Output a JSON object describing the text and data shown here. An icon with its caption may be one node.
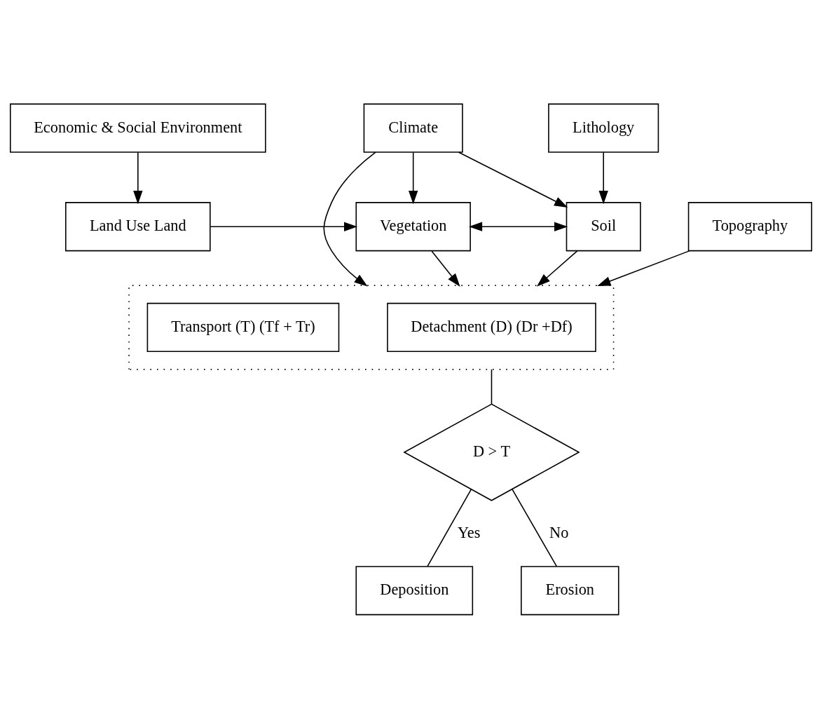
{
  "diagram": {
    "nodes": [
      {
        "text": [
          "Economic & Social Environment"
        ]
      },
      {
        "text": [
          "Climate"
        ]
      },
      {
        "text": [
          "Lithology"
        ]
      },
      {
        "text": [
          "Land Use Land"
        ]
      },
      {
        "text": [
          "Vegetation"
        ]
      },
      {
        "text": [
          "Soil"
        ]
      },
      {
        "text": [
          "Topography"
        ]
      },
      {
        "text": [],
        "shape": "box"
      },
      {
        "text": [
          "Detachment (D) (Dr +Df)"
        ],
        "in": 7
      },
      {
        "text": [
          "Transport (T) (Tf + Tr)"
        ],
        "in": 7
      },
      {
        "text": [
          "Deposition"
        ]
      },
      {
        "text": [
          "D > T"
        ]
      },
      {
        "text": [
          "Erosion"
        ]
      }
    ],
    "edges": [
      {
        "from": 0,
        "to": 3,
        "arrow": "to"
      },
      {
        "from": 1,
        "to": 4,
        "arrow": "to"
      },
      {
        "from": 1,
        "to": 5,
        "arrow": "to"
      },
      {
        "from": 2,
        "to": 5,
        "arrow": "to"
      },
      {
        "from": 3,
        "to": 4,
        "arrow": "to"
      },
      {
        "from": 4,
        "to": 5,
        "arrow": "both"
      },
      {
        "from": 4,
        "to": 7,
        "arrow": "to"
      },
      {
        "from": 5,
        "to": 7,
        "arrow": "to"
      },
      {
        "from": 6,
        "to": 7,
        "arrow": "to"
      },
      {
        "from": 1,
        "to": 7,
        "arrow": "to"
      },
      {
        "from": 7,
        "to": 11,
        "arrow": "none"
      },
      {
        "from": 11,
        "to": 10,
        "arrow": "none",
        "label": "Yes"
      },
      {
        "from": 11,
        "to": 12,
        "arrow": "none",
        "label": "No"
      }
    ]
  }
}
